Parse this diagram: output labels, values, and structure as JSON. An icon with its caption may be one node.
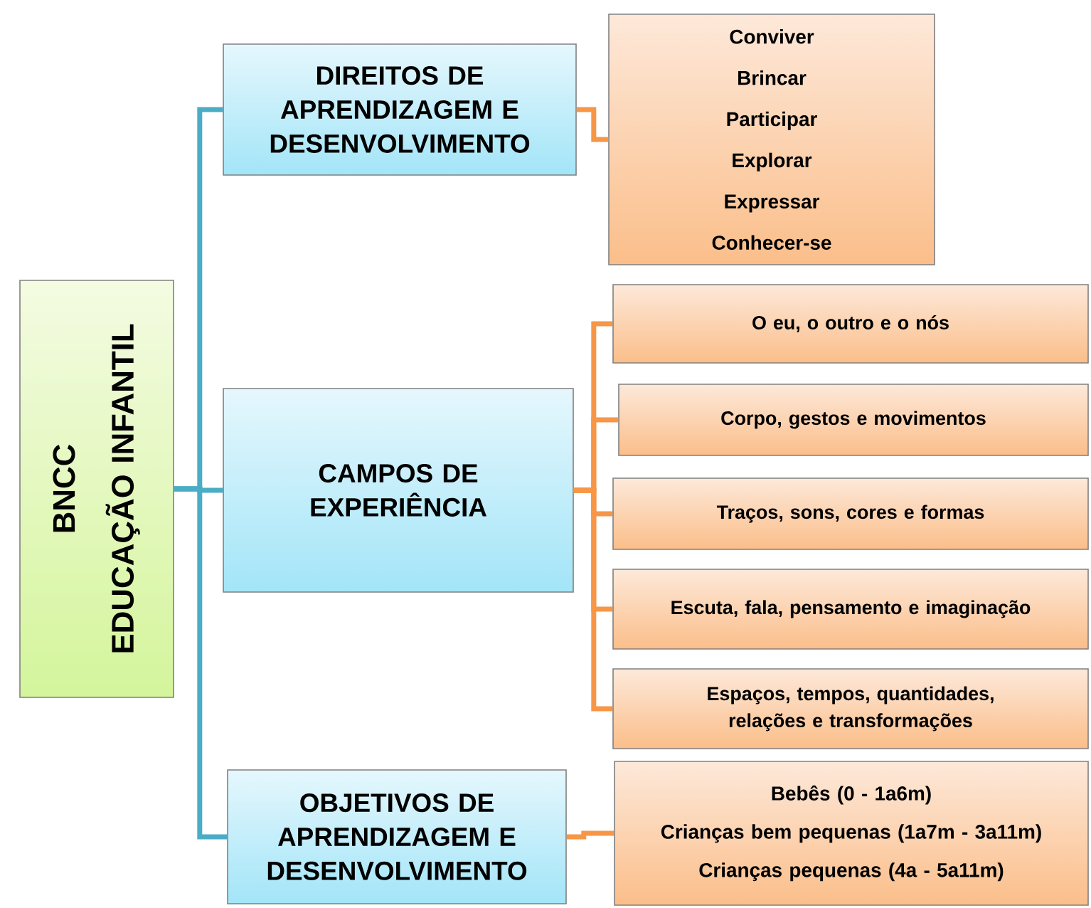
{
  "diagram": {
    "nodes": [
      {
        "text": [
          "BNCC",
          "EDUCAÇÃO INFANTIL"
        ]
      },
      {
        "text": [
          "DIREITOS DE APRENDIZAGEM E DESENVOLVIMENTO"
        ]
      },
      {
        "text": [
          "Conviver",
          "Brincar",
          "Participar",
          "Explorar",
          "Expressar",
          "Conhecer-se"
        ]
      },
      {
        "text": [
          "CAMPOS DE EXPERIÊNCIA"
        ]
      },
      {
        "text": [
          "O eu, o outro e o nós"
        ]
      },
      {
        "text": [
          "Corpo, gestos e movimentos"
        ]
      },
      {
        "text": [
          "Traços, sons, cores e formas"
        ]
      },
      {
        "text": [
          "Escuta, fala, pensamento e imaginação"
        ]
      },
      {
        "text": [
          "Espaços, tempos, quantidades, relações e transformações"
        ]
      },
      {
        "text": [
          "OBJETIVOS DE APRENDIZAGEM E DESENVOLVIMENTO"
        ]
      },
      {
        "text": [
          "Bebês (0 - 1a6m)",
          "Crianças bem pequenas (1a7m - 3a11m)",
          "Crianças pequenas (4a - 5a11m)"
        ]
      }
    ],
    "edges": [
      {
        "from": 0,
        "to": 1,
        "arrow": "none",
        "color": "#4bacc6"
      },
      {
        "from": 0,
        "to": 3,
        "arrow": "none",
        "color": "#4bacc6"
      },
      {
        "from": 0,
        "to": 9,
        "arrow": "none",
        "color": "#4bacc6"
      },
      {
        "from": 1,
        "to": 2,
        "arrow": "none"
      },
      {
        "from": 3,
        "to": 4,
        "arrow": "none"
      },
      {
        "from": 3,
        "to": 5,
        "arrow": "none"
      },
      {
        "from": 3,
        "to": 6,
        "arrow": "none"
      },
      {
        "from": 3,
        "to": 7,
        "arrow": "none"
      },
      {
        "from": 3,
        "to": 8,
        "arrow": "none"
      },
      {
        "from": 9,
        "to": 10,
        "arrow": "none"
      }
    ]
  }
}
